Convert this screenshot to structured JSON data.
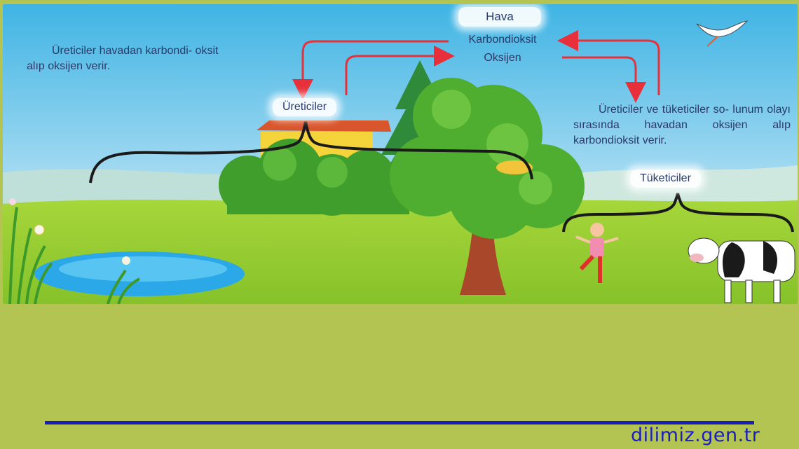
{
  "diagram": {
    "air_title": "Hava",
    "air_gas_1": "Karbondioksit",
    "air_gas_2": "Oksijen",
    "producers_label": "Üreticiler",
    "consumers_label": "Tüketiciler",
    "producers_note": "Üreticiler havadan karbondi- oksit alıp oksijen verir.",
    "respiration_note": "Üreticiler ve tüketiciler so- lunum olayı sırasında havadan oksijen alıp karbondioksit verir."
  },
  "footer": {
    "site": "dilimiz.gen.tr"
  },
  "colors": {
    "arrow": "#e8303a",
    "footer_bg": "#b4c452",
    "brand": "#1a1fb8"
  }
}
